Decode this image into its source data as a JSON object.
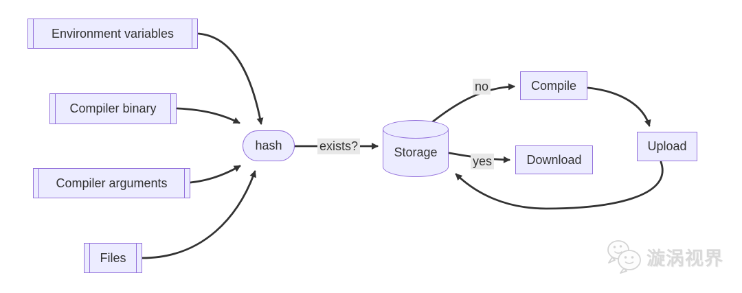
{
  "diagram": {
    "type": "flowchart",
    "nodes": {
      "environment_variables": {
        "label": "Environment variables",
        "shape": "subroutine"
      },
      "compiler_binary": {
        "label": "Compiler binary",
        "shape": "subroutine"
      },
      "compiler_arguments": {
        "label": "Compiler arguments",
        "shape": "subroutine"
      },
      "files": {
        "label": "Files",
        "shape": "subroutine"
      },
      "hash": {
        "label": "hash",
        "shape": "stadium"
      },
      "storage": {
        "label": "Storage",
        "shape": "cylinder"
      },
      "compile": {
        "label": "Compile",
        "shape": "rect"
      },
      "download": {
        "label": "Download",
        "shape": "rect"
      },
      "upload": {
        "label": "Upload",
        "shape": "rect"
      }
    },
    "edge_labels": {
      "exists": "exists?",
      "no": "no",
      "yes": "yes"
    },
    "colors": {
      "node_fill": "#ECECFF",
      "node_border": "#9370DB",
      "text": "#333333",
      "edge": "#333333",
      "edge_label_bg": "#e8e8e8",
      "watermark": "#d9d9d9"
    }
  },
  "watermark": {
    "text": "漩涡视界",
    "icon": "wechat-bubbles-logo"
  }
}
